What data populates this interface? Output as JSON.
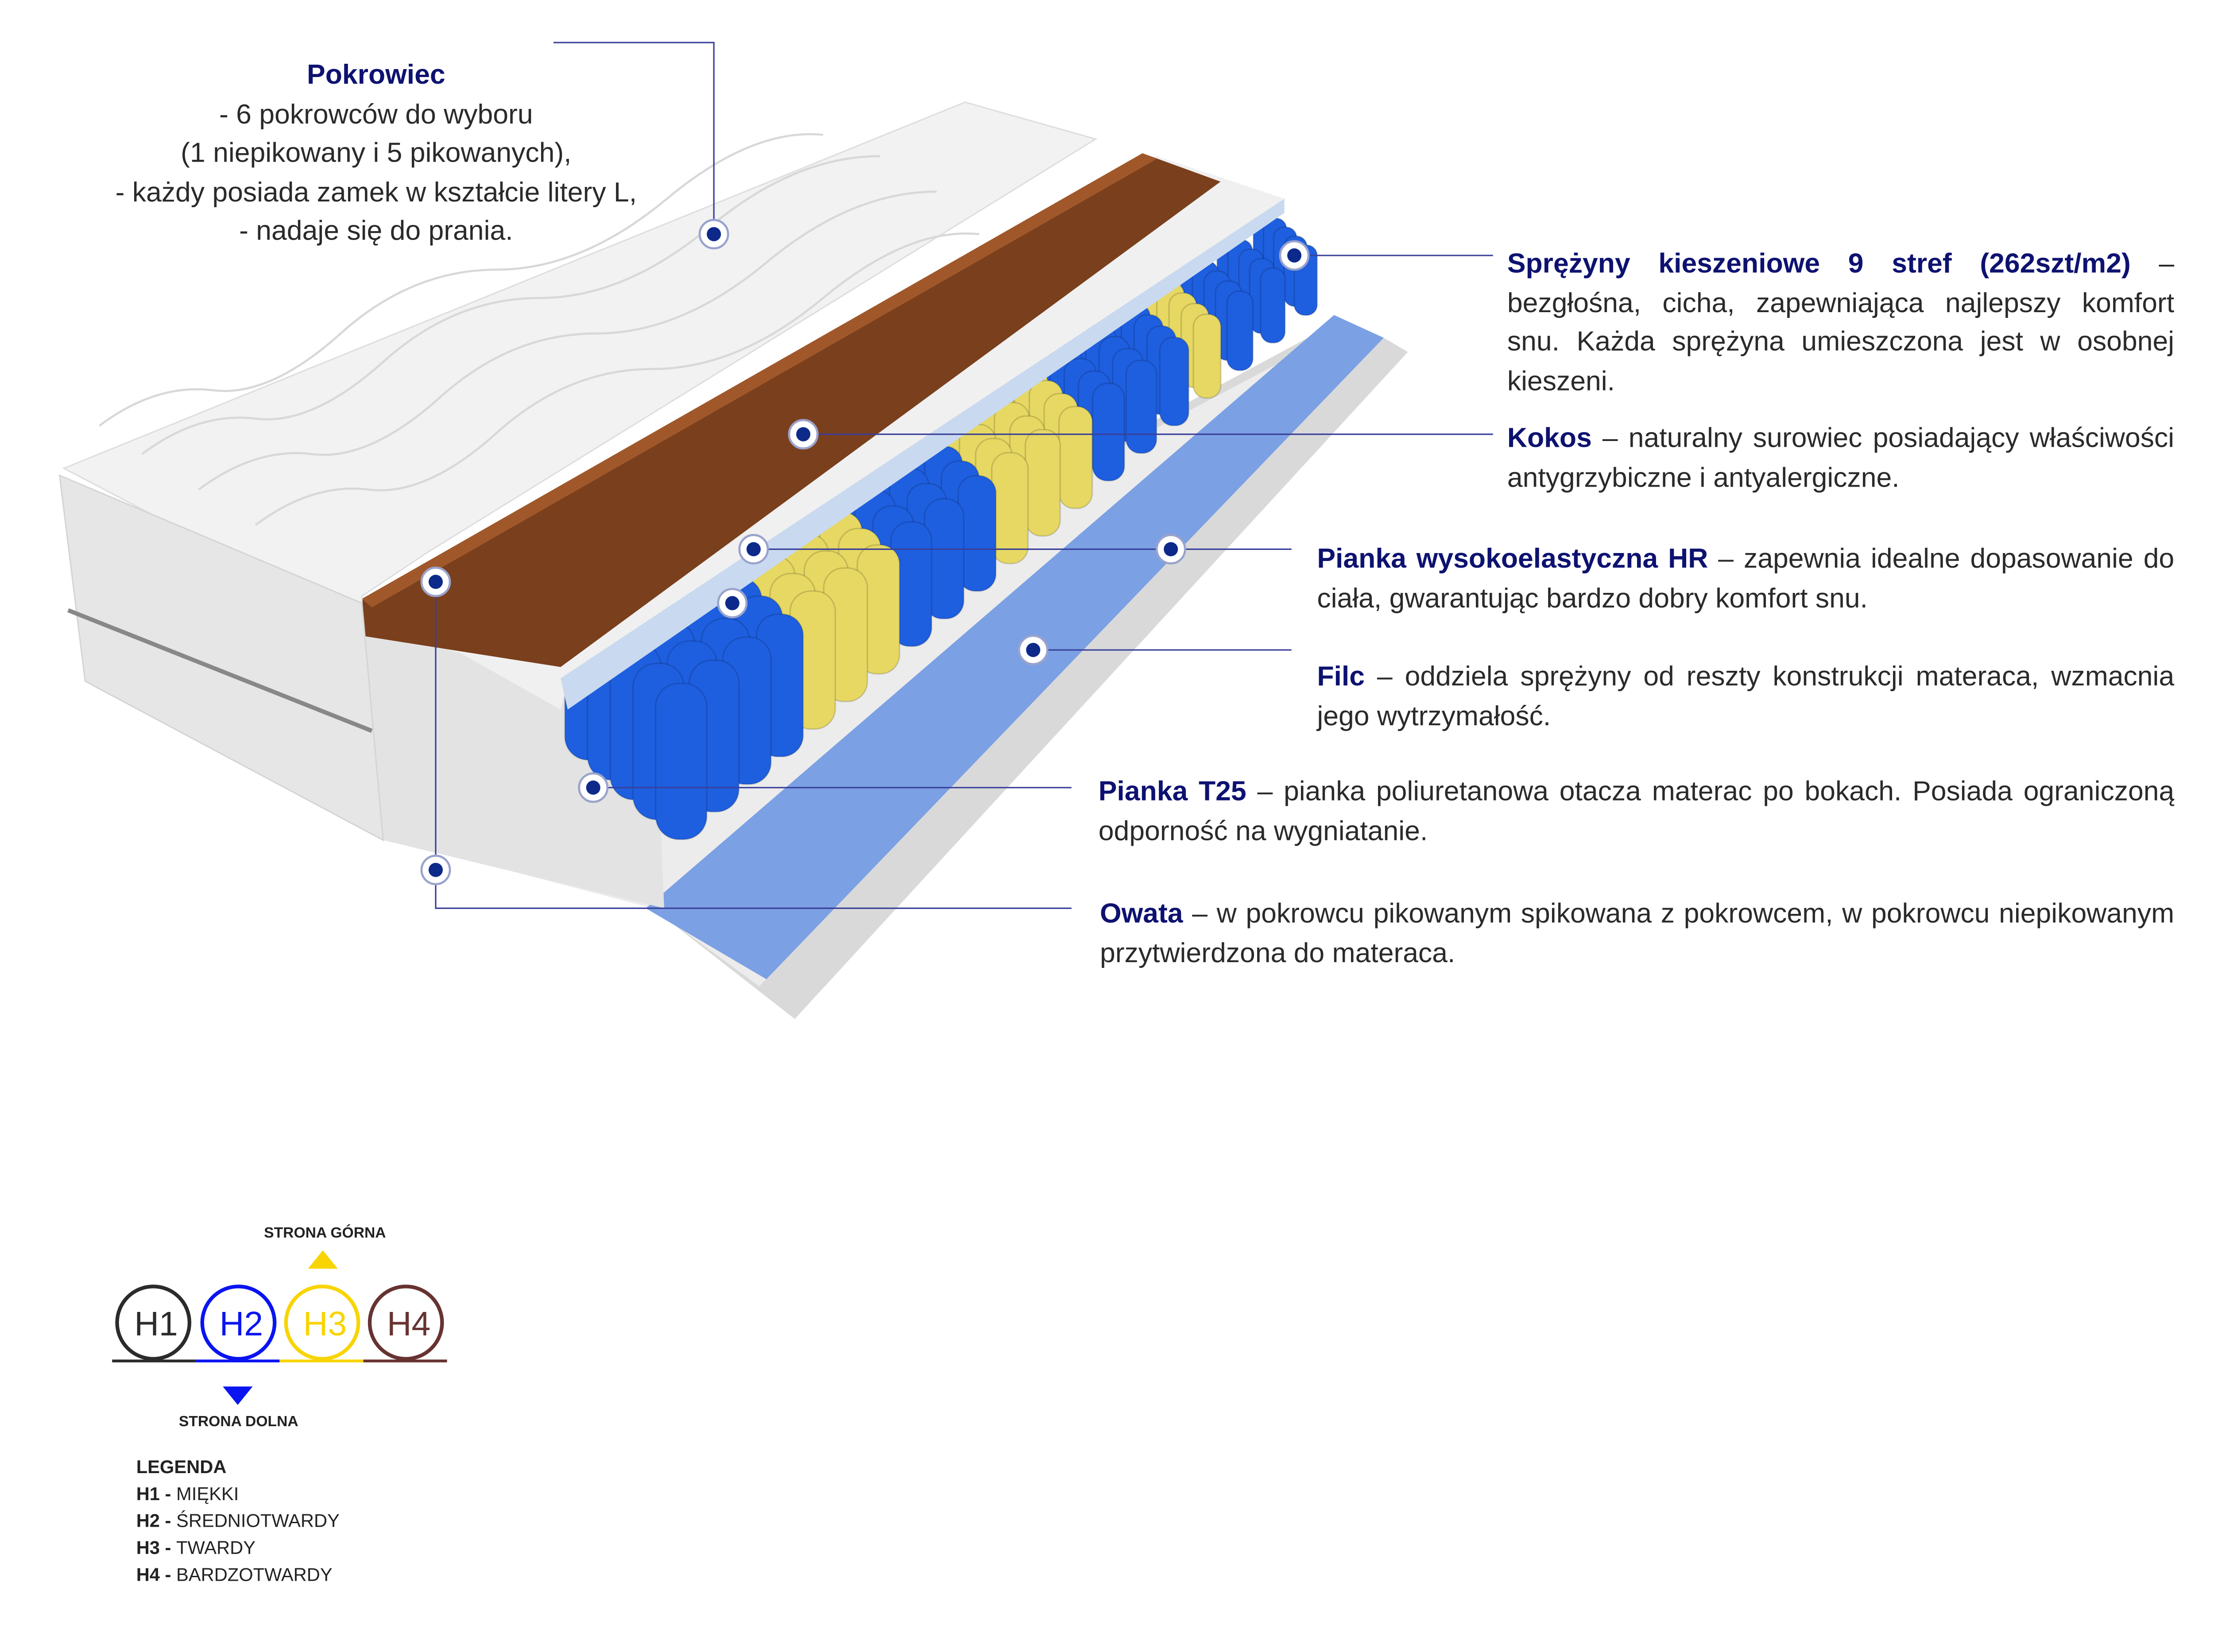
{
  "colors": {
    "heading": "#0d1270",
    "leader": "#3a3f9a",
    "h1": "#2b2b2b",
    "h2": "#0a14f0",
    "h3": "#f8d400",
    "h4": "#673331"
  },
  "pokrowiec": {
    "title": "Pokrowiec",
    "lines": [
      "- 6 pokrowców do wyboru",
      "(1 niepikowany i 5 pikowanych),",
      "-  każdy posiada zamek w kształcie litery L,",
      "- nadaje się do prania."
    ]
  },
  "sprezyny": {
    "title": "Sprężyny kieszeniowe 9 stref (262szt/m2)",
    "text": " – bezgłośna, cicha, zapewniająca najlepszy komfort snu. Każda sprężyna umieszczona jest w osobnej kieszeni."
  },
  "kokos": {
    "title": "Kokos",
    "text": " – naturalny surowiec posiadający właściwości antygrzybiczne i antyalergiczne."
  },
  "hr": {
    "title": "Pianka wysokoelastyczna HR",
    "text": " – zapewnia idealne dopasowanie do ciała, gwarantując bardzo dobry komfort snu."
  },
  "filc": {
    "title": "Filc",
    "text": " – oddziela sprężyny od reszty konstrukcji materaca, wzmacnia jego wytrzymałość."
  },
  "t25": {
    "title": "Pianka T25",
    "text": " – pianka poliuretanowa otacza materac po bokach. Posiada ograniczoną odporność na wygniatanie."
  },
  "owata": {
    "title": "Owata",
    "text": " – w pokrowcu pikowanym spikowana z pokrowcem, w pokrowcu niepikowanym przytwierdzona do materaca."
  },
  "hardness": {
    "top_label": "STRONA GÓRNA",
    "bottom_label": "STRONA DOLNA",
    "circles": [
      "H1",
      "H2",
      "H3",
      "H4"
    ]
  },
  "legend": {
    "title": "LEGENDA",
    "items": [
      {
        "code": "H1",
        "sep": " - ",
        "label": "MIĘKKI"
      },
      {
        "code": "H2",
        "sep": " - ",
        "label": "ŚREDNIOTWARDY"
      },
      {
        "code": "H3",
        "sep": " - ",
        "label": "TWARDY"
      },
      {
        "code": "H4",
        "sep": " - ",
        "label": "BARDZOTWARDY"
      }
    ]
  }
}
